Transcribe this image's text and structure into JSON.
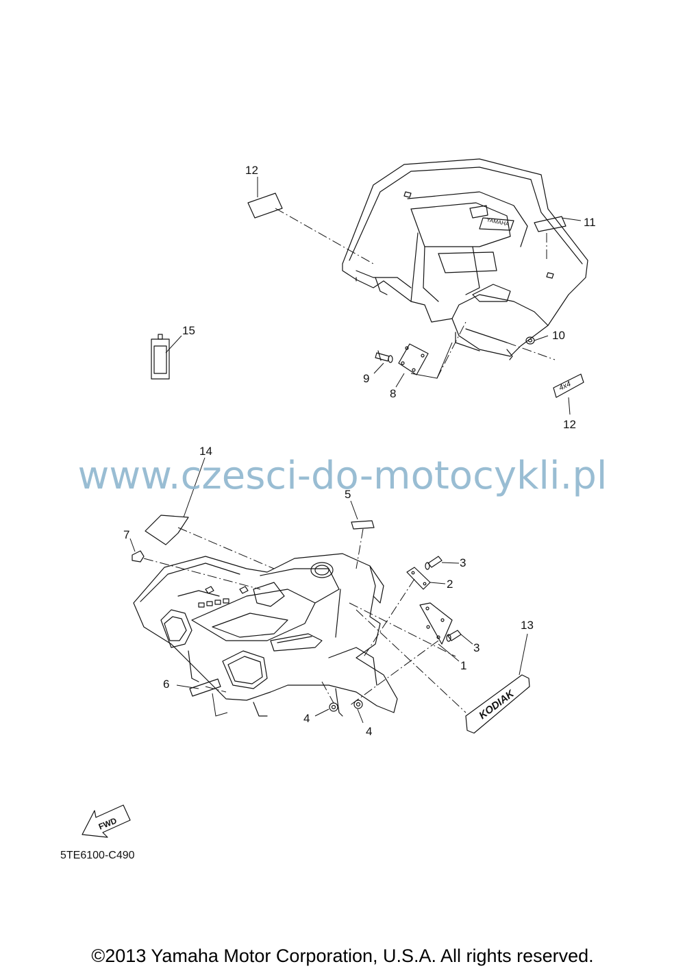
{
  "callouts": [
    {
      "label": "12"
    },
    {
      "label": "11"
    },
    {
      "label": "10"
    },
    {
      "label": "12"
    },
    {
      "label": "9"
    },
    {
      "label": "8"
    },
    {
      "label": "15"
    },
    {
      "label": "14"
    },
    {
      "label": "5"
    },
    {
      "label": "7"
    },
    {
      "label": "3"
    },
    {
      "label": "2"
    },
    {
      "label": "13"
    },
    {
      "label": "3"
    },
    {
      "label": "1"
    },
    {
      "label": "6"
    },
    {
      "label": "4"
    },
    {
      "label": "4"
    }
  ],
  "watermark": "www.czesci-do-motocykli.pl",
  "fwd_label": "FWD",
  "diagram_code": "5TE6100-C490",
  "copyright": "©2013 Yamaha Motor Corporation, U.S.A. All rights reserved.",
  "decal_text": {
    "rear_brand": "YAMAHA",
    "four_by_four": "4x4",
    "model": "KODIAK"
  }
}
